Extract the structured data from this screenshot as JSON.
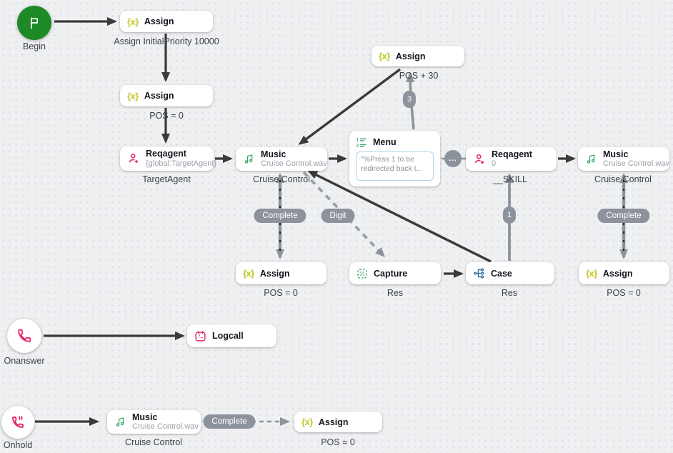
{
  "colors": {
    "begin_green": "#1d8a27",
    "assign_yellow": "#c2c727",
    "music_green": "#34a865",
    "menu_green": "#47a878",
    "reqagent_pink": "#e8246d",
    "logcall_pink": "#e8246d",
    "case_blue": "#2a6496",
    "edge_dark": "#3a3a3a",
    "edge_gray": "#8d939c",
    "node_bg": "#ffffff"
  },
  "icons": {
    "assign": "{x}"
  },
  "events": {
    "begin": {
      "label": "Begin"
    },
    "onanswer": {
      "label": "Onanswer"
    },
    "onhold": {
      "label": "Onhold"
    }
  },
  "nodes": {
    "assign1": {
      "title": "Assign",
      "caption": "Assign InitialPriority 10000"
    },
    "assign2": {
      "title": "Assign",
      "caption": "POS = 0"
    },
    "reqagent1": {
      "title": "Reqagent",
      "subtitle": "{global:TargetAgent}",
      "caption": "TargetAgent"
    },
    "music1": {
      "title": "Music",
      "subtitle": "Cruise Control.wav",
      "caption": "Cruise Control"
    },
    "menu": {
      "title": "Menu",
      "prompt": "\"%Press 1 to be redirected back t..."
    },
    "reqagent2": {
      "title": "Reqagent",
      "subtitle": "0",
      "caption": "__SKILL"
    },
    "music2": {
      "title": "Music",
      "subtitle": "Cruise Control.wav",
      "caption": "Cruise Control"
    },
    "assignTop": {
      "title": "Assign",
      "caption": "POS + 30"
    },
    "assign3": {
      "title": "Assign",
      "caption": "POS = 0"
    },
    "capture": {
      "title": "Capture",
      "caption": "Res"
    },
    "case1": {
      "title": "Case",
      "caption": "Res"
    },
    "assign4": {
      "title": "Assign",
      "caption": "POS = 0"
    },
    "logcall": {
      "title": "Logcall"
    },
    "music3": {
      "title": "Music",
      "subtitle": "Cruise Control.wav",
      "caption": "Cruise Control"
    },
    "assign5": {
      "title": "Assign",
      "caption": "POS = 0"
    }
  },
  "badges": {
    "complete_left": "Complete",
    "digit": "Digit",
    "three": "3",
    "one": "1",
    "complete_right": "Complete",
    "complete_bottom": "Complete",
    "dots": "..."
  }
}
